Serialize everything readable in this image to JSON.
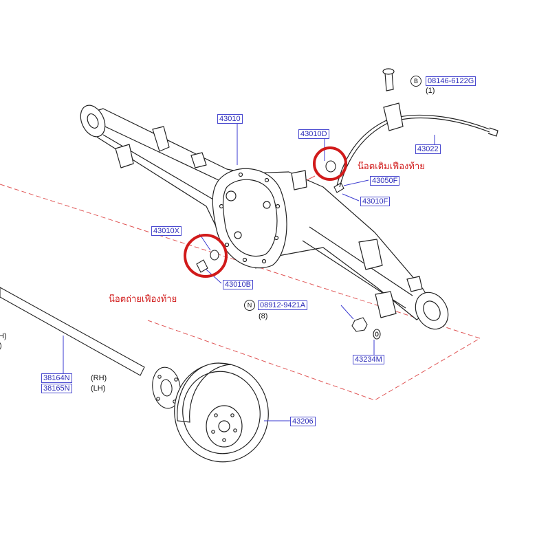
{
  "parts": {
    "p43010": "43010",
    "p43010D": "43010D",
    "p43050F": "43050F",
    "p43010F": "43010F",
    "p43010X": "43010X",
    "p43010B": "43010B",
    "p08146": "08146-6122G",
    "p43022": "43022",
    "p08912": "08912-9421A",
    "p43234M": "43234M",
    "p38164N": "38164N",
    "p38165N": "38165N",
    "p43206": "43206"
  },
  "symbols": {
    "b": "B",
    "n": "N"
  },
  "quantities": {
    "q08146": "(1)",
    "q08912": "(8)"
  },
  "sides": {
    "rh": "(RH)",
    "lh": "(LH)",
    "edge_h": "H)",
    "edge_paren": ")"
  },
  "notes": {
    "fill_plug": "น๊อตเติมเฟืองท้าย",
    "drain_plug": "น๊อตถ่ายเฟืองท้าย"
  },
  "colors": {
    "label_text": "#2b2bb8",
    "label_border": "#4a4ad0",
    "highlight_red": "#d11a1a",
    "line_art": "#222222",
    "leader_blue": "#3a3ad0",
    "dash_red": "#e05555"
  }
}
